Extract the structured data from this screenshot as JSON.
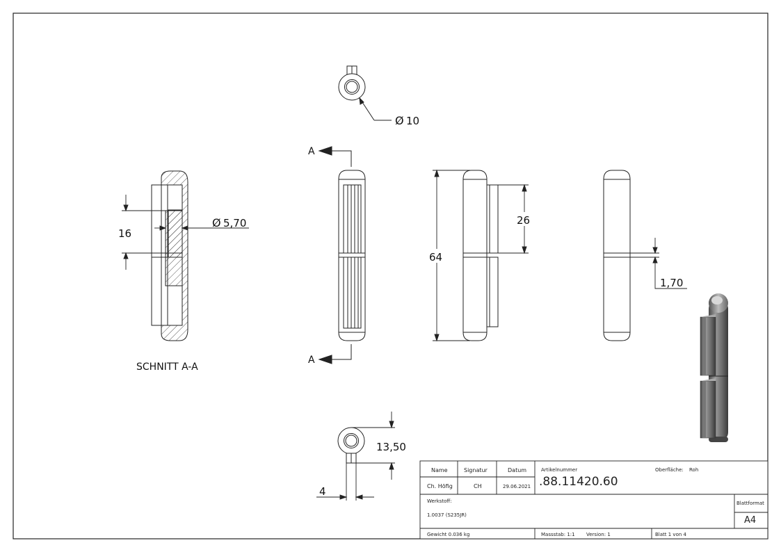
{
  "dimensions": {
    "top_diameter": "10",
    "section_diameter": "5,70",
    "section_height": "16",
    "overall_length": "64",
    "leaf_length": "26",
    "gap": "1,70",
    "bottom_height": "13,50",
    "bottom_width": "4"
  },
  "labels": {
    "section_marker": "A",
    "section_title": "SCHNITT A-A",
    "diameter_symbol": "Ø"
  },
  "title_block": {
    "name_header": "Name",
    "signatur_header": "Signatur",
    "datum_header": "Datum",
    "name_value": "Ch. Höfig",
    "signatur_value": "CH",
    "datum_value": "29.06.2021",
    "artikel_label": "Artikelnummer",
    "artikel_value": ".88.11420.60",
    "oberflaeche_label": "Oberfläche:",
    "oberflaeche_value": "Roh",
    "werkstoff_label": "Werkstoff:",
    "werkstoff_value": "1.0037 (S235JR)",
    "blattformat_label": "Blattformat",
    "blattformat_value": "A4",
    "gewicht": "Gewicht 0.036 kg",
    "massstab": "Massstab: 1:1",
    "version": "Version: 1",
    "blatt": "Blatt 1 von 4"
  }
}
